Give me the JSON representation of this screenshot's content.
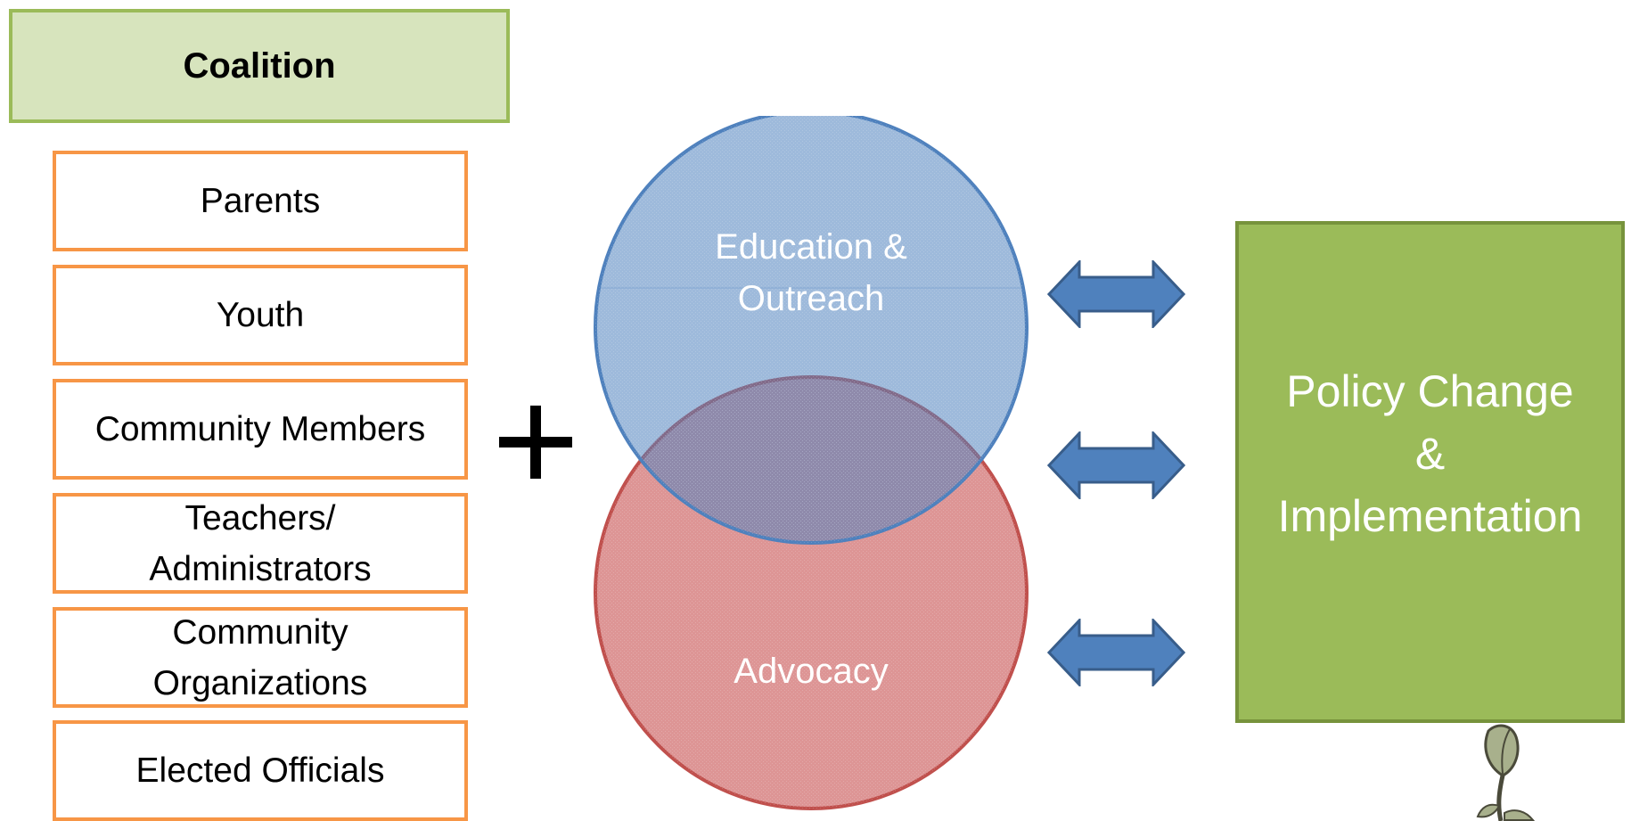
{
  "coalition": {
    "title": "Coalition",
    "members": [
      "Parents",
      "Youth",
      "Community Members",
      "Teachers/\nAdministrators",
      "Community\nOrganizations",
      "Elected Officials"
    ]
  },
  "venn": {
    "top_label": "Education &\nOutreach",
    "bottom_label": "Advocacy"
  },
  "outcome": {
    "label": "Policy Change\n&\nImplementation"
  },
  "colors": {
    "coalition_fill": "#d7e4bd",
    "coalition_border": "#9bbb59",
    "member_border": "#f79646",
    "circle_top": "#4f81bd",
    "circle_bottom": "#c0504d",
    "arrow_fill": "#4f81bd",
    "policy_fill": "#9bbb59"
  },
  "icons": {
    "plus": "plus-sign",
    "arrows": "double-headed-arrow",
    "corner_image": "sprout-plant"
  }
}
